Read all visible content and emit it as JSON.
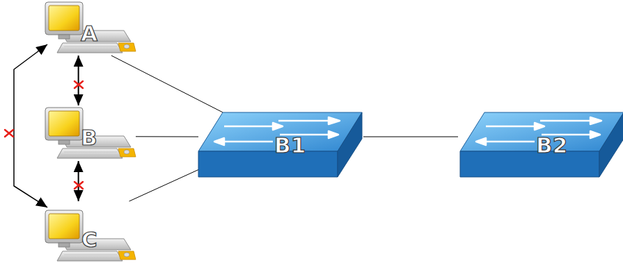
{
  "diagram": {
    "nodes": [
      {
        "text": [
          "A"
        ]
      },
      {
        "text": [
          "B"
        ]
      },
      {
        "text": [
          "C"
        ]
      },
      {
        "text": [
          "B1"
        ]
      },
      {
        "text": [
          "B2"
        ]
      }
    ],
    "edges": [
      {
        "from": 0,
        "to": 3,
        "arrow": "none"
      },
      {
        "from": 1,
        "to": 3,
        "arrow": "none"
      },
      {
        "from": 2,
        "to": 3,
        "arrow": "none"
      },
      {
        "from": 3,
        "to": 4,
        "arrow": "none"
      },
      {
        "from": 0,
        "to": 1,
        "arrow": "both"
      },
      {
        "from": 1,
        "to": 2,
        "arrow": "both"
      },
      {
        "from": 0,
        "to": 2,
        "arrow": "both"
      }
    ]
  }
}
